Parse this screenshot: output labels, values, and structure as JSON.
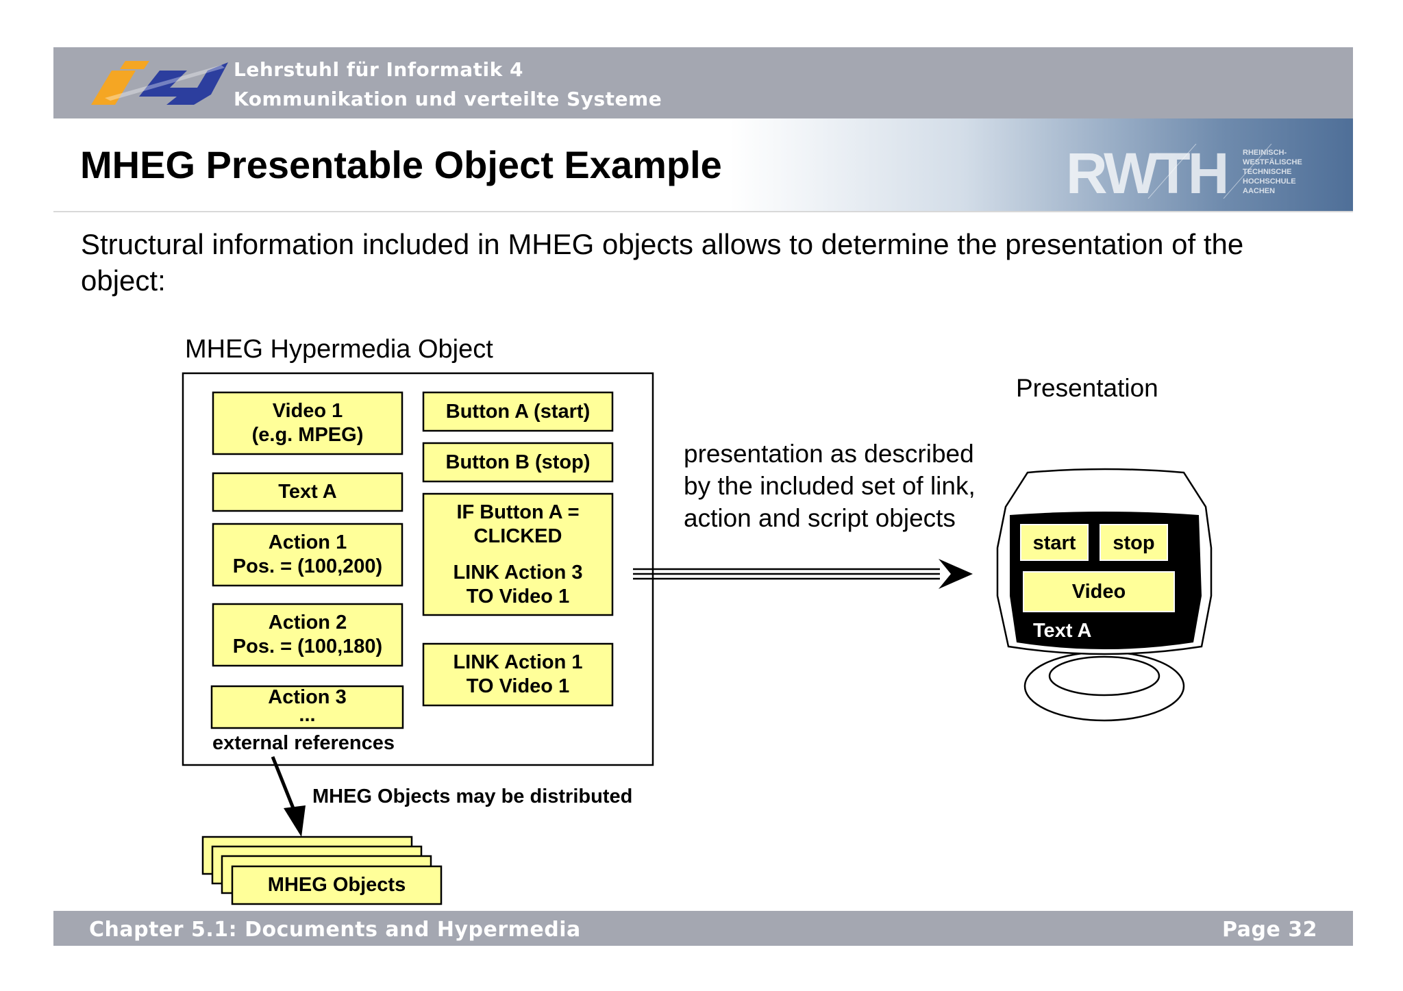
{
  "header": {
    "institute_line1": "Lehrstuhl für Informatik 4",
    "institute_line2": "Kommunikation und verteilte Systeme",
    "logo": {
      "name": "i4-logo",
      "colors": [
        "#f5a623",
        "#2c3e9e"
      ]
    },
    "university_logo": {
      "text": "RWTH",
      "subtext": [
        "RHEINISCH-",
        "WESTFÄLISCHE",
        "TECHNISCHE",
        "HOCHSCHULE",
        "AACHEN"
      ]
    }
  },
  "slide": {
    "title": "MHEG Presentable Object Example",
    "intro": "Structural information included in MHEG objects allows to determine the presentation of the object:"
  },
  "diagram": {
    "hypermedia_title": "MHEG Hypermedia Object",
    "left_boxes": [
      {
        "line1": "Video 1",
        "line2": "(e.g. MPEG)"
      },
      {
        "line1": "Text A",
        "line2": ""
      },
      {
        "line1": "Action 1",
        "line2": "Pos. = (100,200)"
      },
      {
        "line1": "Action 2",
        "line2": "Pos. = (100,180)"
      },
      {
        "line1": "Action 3",
        "line2": "..."
      }
    ],
    "right_boxes": [
      {
        "line1": "Button A (start)"
      },
      {
        "line1": "Button B (stop)"
      },
      {
        "line1": "IF Button A =",
        "line2": "CLICKED",
        "line3": "LINK Action 3",
        "line4": "TO Video 1"
      },
      {
        "line1": "LINK Action 1",
        "line2": "TO Video 1"
      }
    ],
    "external_references": "external references",
    "distributed_note": "MHEG Objects may be distributed",
    "mheg_objects": "MHEG Objects",
    "presentation_label": "Presentation",
    "presentation_description": [
      "presentation as described",
      "by the included set of link,",
      "action and script objects"
    ],
    "screen": {
      "start_button": "start",
      "stop_button": "stop",
      "video": "Video",
      "text": "Text A"
    },
    "colors": {
      "box_fill": "#ffff99",
      "screen_bg": "#000000"
    }
  },
  "footer": {
    "chapter": "Chapter 5.1: Documents and Hypermedia",
    "page": "Page 32"
  }
}
